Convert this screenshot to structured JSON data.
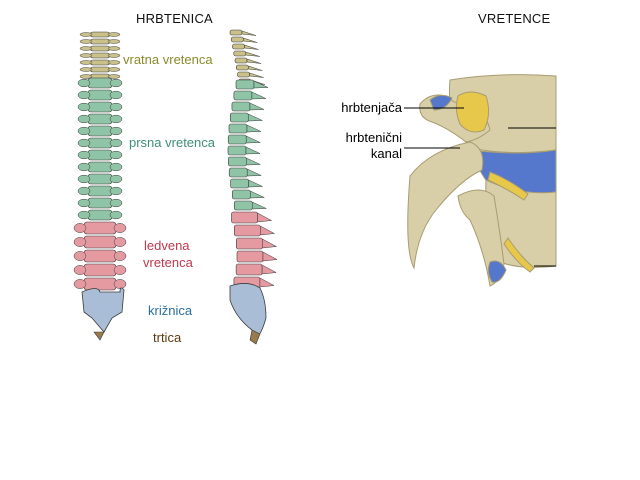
{
  "titles": {
    "spine": "HRBTENICA",
    "vertebra": "VRETENCE"
  },
  "spine_labels": {
    "cervical": "vratna vretenca",
    "thoracic": "prsna vretenca",
    "lumbar_line1": "ledvena",
    "lumbar_line2": "vretenca",
    "sacrum": "križnica",
    "coccyx": "trtica"
  },
  "vertebra_labels": {
    "spinal_cord": "hrbtenjača",
    "canal_line1": "hrbtenični",
    "canal_line2": "kanal"
  },
  "colors": {
    "cervical": "#c9c08a",
    "thoracic": "#8fc4a6",
    "lumbar": "#e59aa2",
    "sacrum": "#a9bdd6",
    "coccyx": "#9a7a4a",
    "bone": "#d8cfa8",
    "bone_shadow": "#a89c70",
    "disc": "#5577cc",
    "nerve": "#e8c84a",
    "cervical_text": "#8a8a2a",
    "thoracic_text": "#3f8f74",
    "lumbar_text": "#c0394d",
    "sacrum_text": "#2a6f9e",
    "coccyx_text": "#5a3a10"
  }
}
